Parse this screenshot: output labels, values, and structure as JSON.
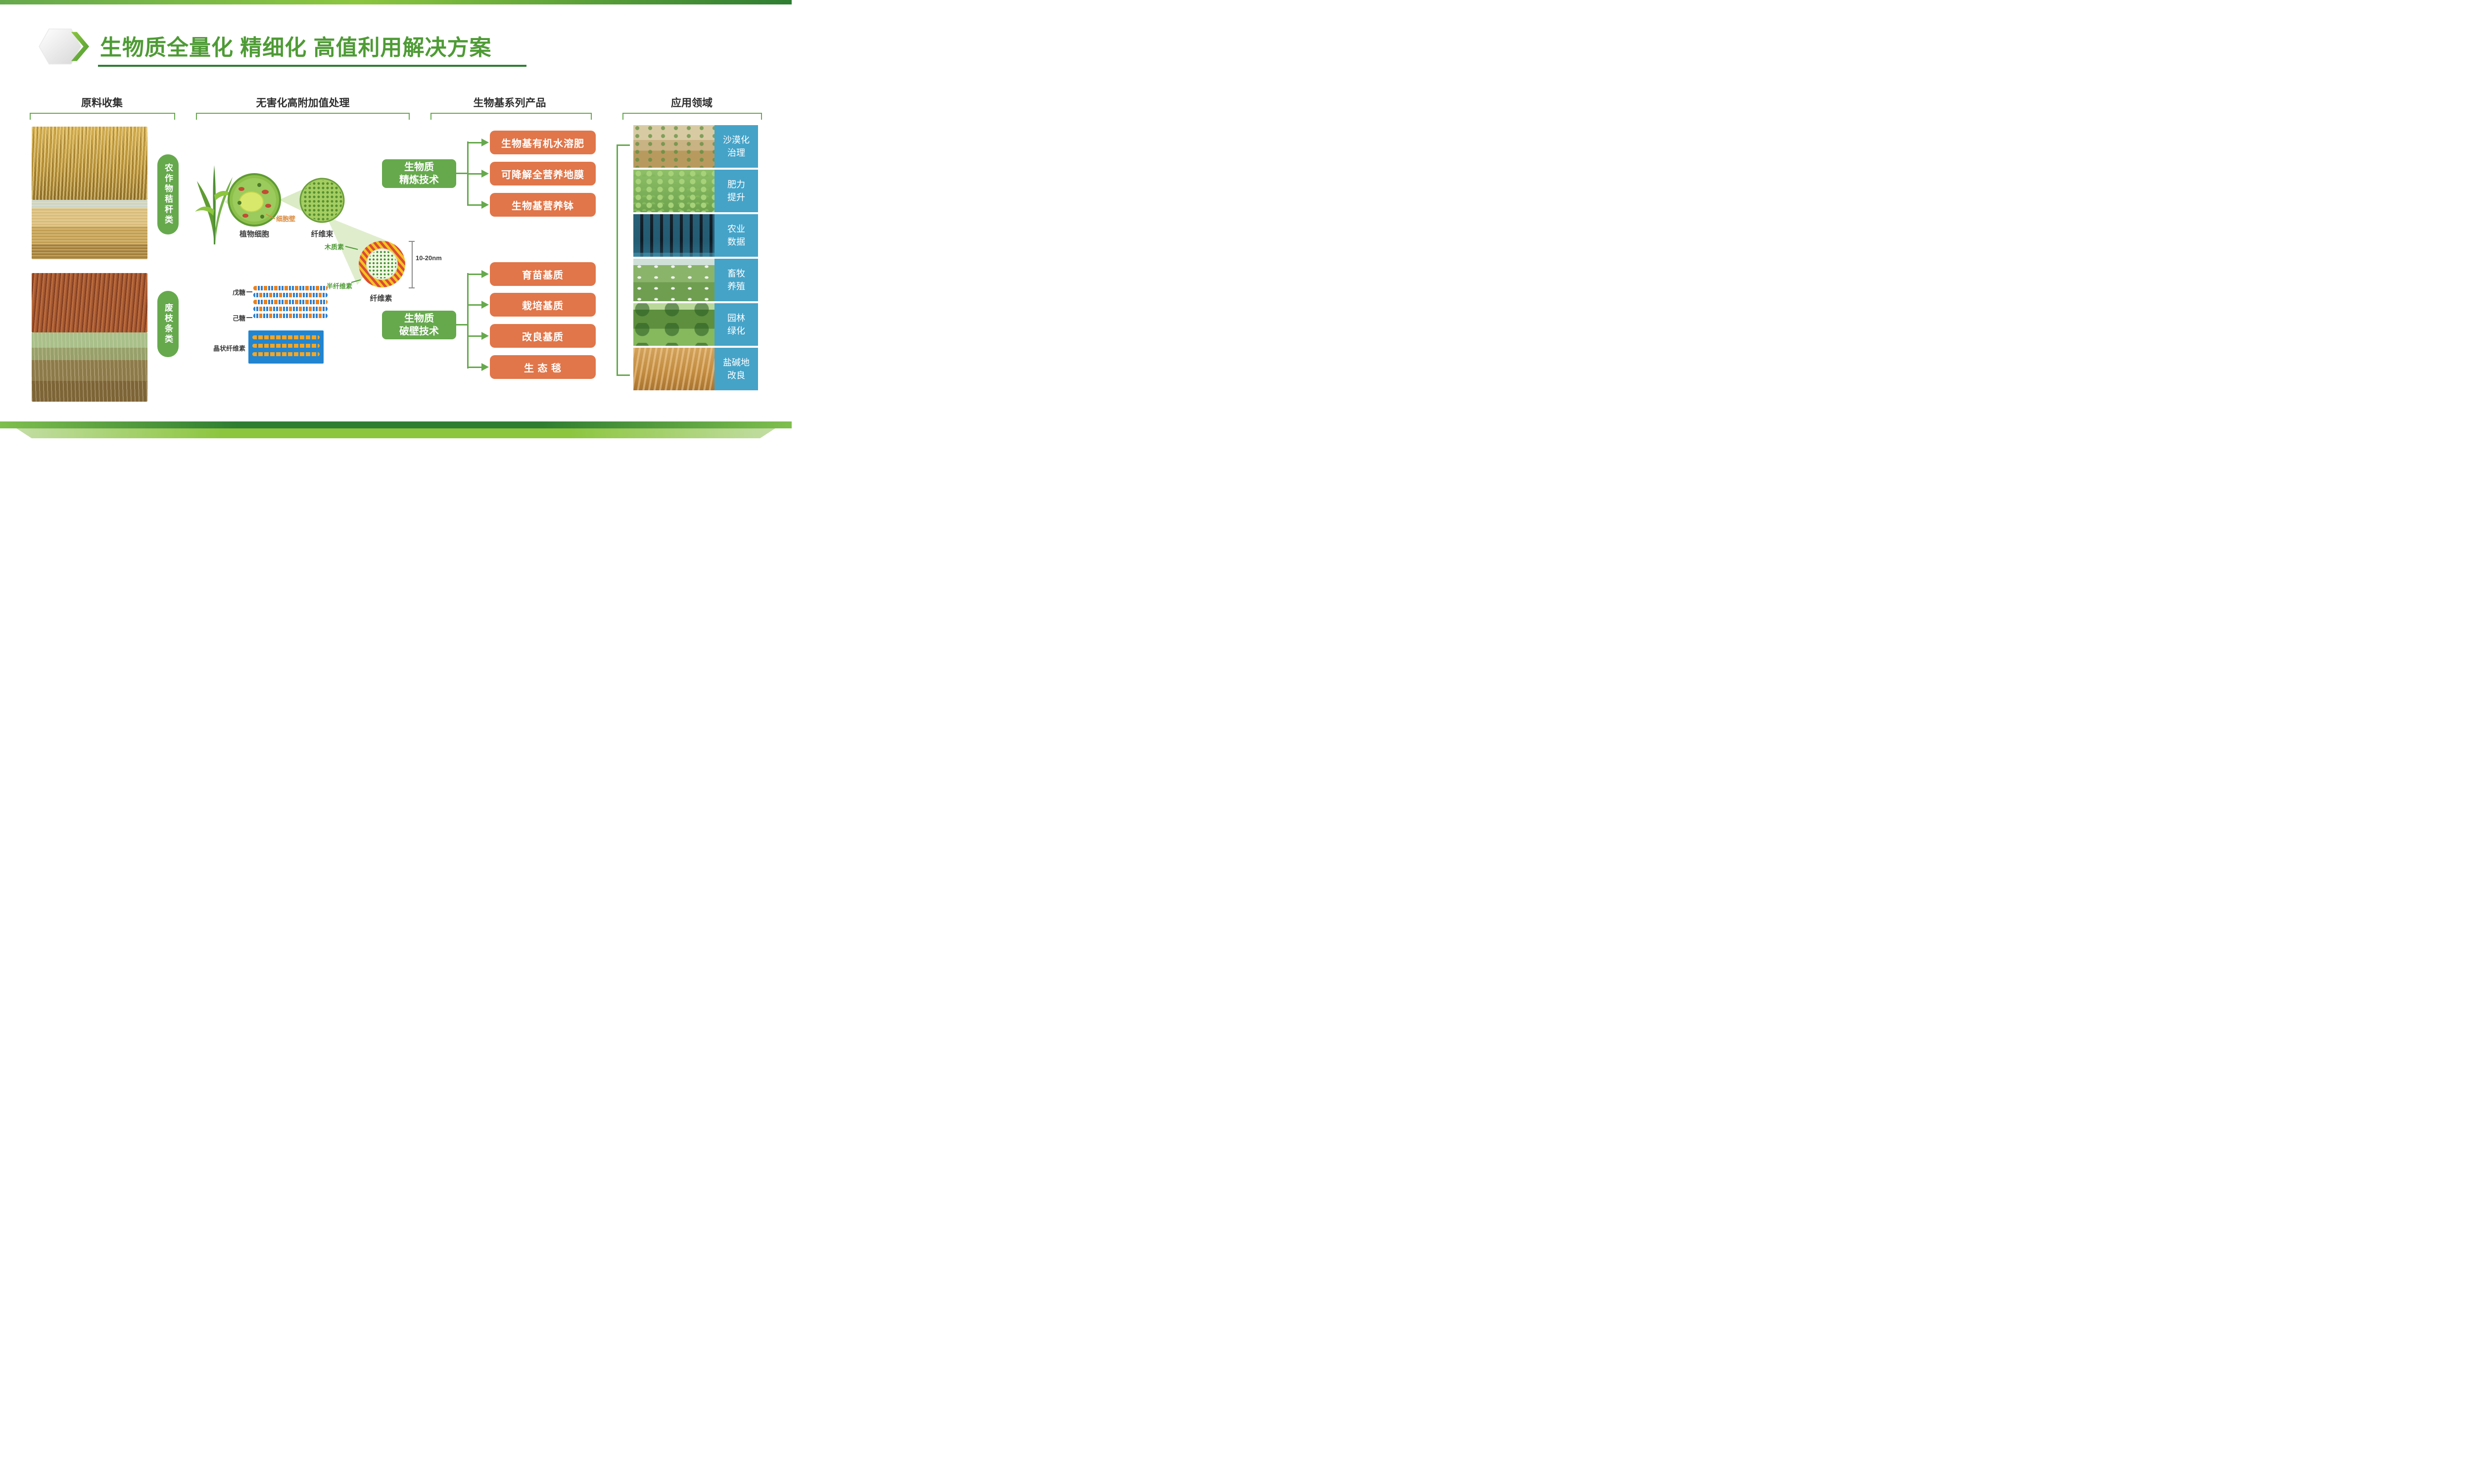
{
  "page": {
    "title": "生物质全量化 精细化 高值利用解决方案"
  },
  "colors": {
    "green": "#66A94D",
    "green_dark": "#2E7D32",
    "title_green": "#4E9B35",
    "orange": "#E0764A",
    "blue": "#45A3C8"
  },
  "collection": {
    "header": "原料收集",
    "categories": [
      "农作物秸秆类",
      "废枝条类"
    ],
    "photos": [
      "corn-straw",
      "straw-bales",
      "waste-red-branches",
      "pruned-vine-branches"
    ]
  },
  "processing": {
    "header": "无害化高附加值处理",
    "labels": {
      "plant_cell": "植物细胞",
      "cell_wall": "细胞壁",
      "fiber_bundle": "纤维束",
      "lignin": "木质素",
      "hemicellulose": "半纤维素",
      "cellulose": "纤维素",
      "scale": "10-20nm",
      "pentose": "戊糖",
      "hexose": "己糖",
      "crystalline": "晶状纤维素"
    }
  },
  "products": {
    "header": "生物基系列产品",
    "refining": {
      "line1": "生物质",
      "line2": "精炼技术",
      "items": [
        "生物基有机水溶肥",
        "可降解全营养地膜",
        "生物基营养钵"
      ]
    },
    "breaking": {
      "line1": "生物质",
      "line2": "破壁技术",
      "items": [
        "育苗基质",
        "栽培基质",
        "改良基质",
        "生 态 毯"
      ]
    }
  },
  "applications": {
    "header": "应用领域",
    "items": [
      {
        "line1": "沙漠化",
        "line2": "治理"
      },
      {
        "line1": "肥力",
        "line2": "提升"
      },
      {
        "line1": "农业",
        "line2": "数据"
      },
      {
        "line1": "畜牧",
        "line2": "养殖"
      },
      {
        "line1": "园林",
        "line2": "绿化"
      },
      {
        "line1": "盐碱地",
        "line2": "改良"
      }
    ]
  }
}
